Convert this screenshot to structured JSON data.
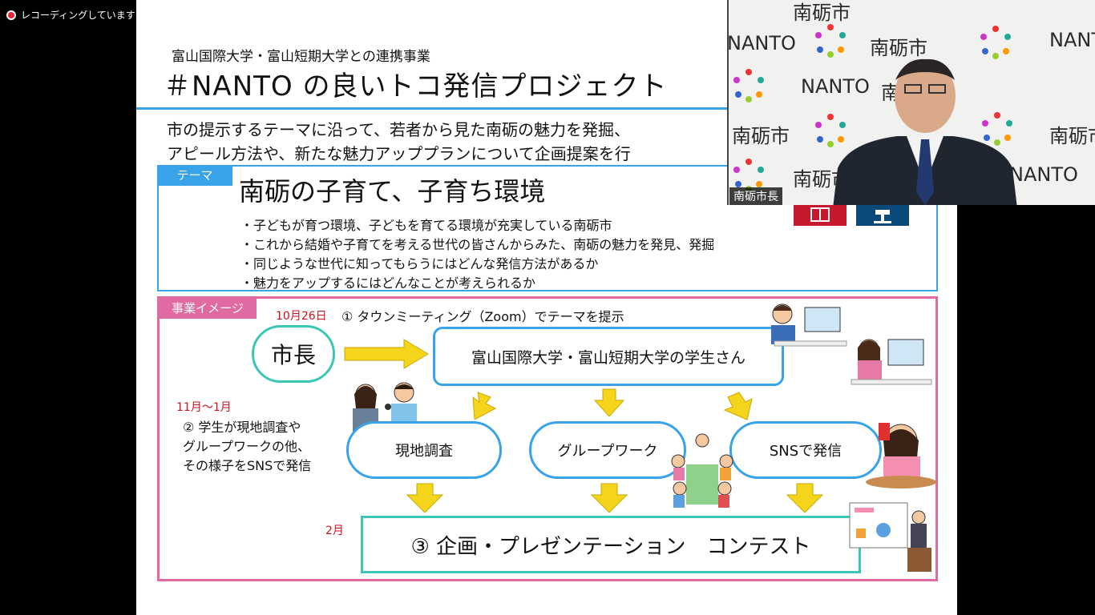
{
  "recording": {
    "label": "レコーディングしています"
  },
  "slide": {
    "subtitle": "富山国際大学・富山短期大学との連携事業",
    "title": "＃NANTO の良いトコ発信プロジェクト",
    "intro_lines": [
      "市の提示するテーマに沿って、若者から見た南砺の魅力を発掘、",
      "アピール方法や、新たな魅力アッププランについて企画提案を行"
    ],
    "theme": {
      "tag": "テーマ",
      "title": "南砺の子育て、子育ち環境",
      "bullets": [
        "・子どもが育つ環境、子どもを育てる環境が充実している南砺市",
        "・これから結婚や子育てを考える世代の皆さんからみた、南砺の魅力を発見、発掘",
        "・同じような世代に知ってもらうにはどんな発信方法があるか",
        "・魅力をアップするにはどんなことが考えられるか"
      ]
    },
    "business": {
      "tag": "事業イメージ",
      "step1_date": "10月26日",
      "step1_text": "① タウンミーティング（Zoom）でテーマを提示",
      "mayor": "市長",
      "students": "富山国際大学・富山短期大学の学生さん",
      "step2_date": "11月～1月",
      "step2_lines": [
        "② 学生が現地調査や",
        "グループワークの他、",
        "その様子をSNSで発信"
      ],
      "activities": [
        "現地調査",
        "グループワーク",
        "SNSで発信"
      ],
      "step3_date": "2月",
      "contest": "③ 企画・プレゼンテーション　コンテスト"
    },
    "colors": {
      "blue": "#38a3e8",
      "pink": "#e06aa2",
      "teal": "#3cc6b6",
      "arrow": "#f5d41c",
      "red_text": "#d0121c"
    }
  },
  "video": {
    "name": "南砺市長",
    "wall_texts": [
      "南砺市",
      "NANTO"
    ]
  }
}
